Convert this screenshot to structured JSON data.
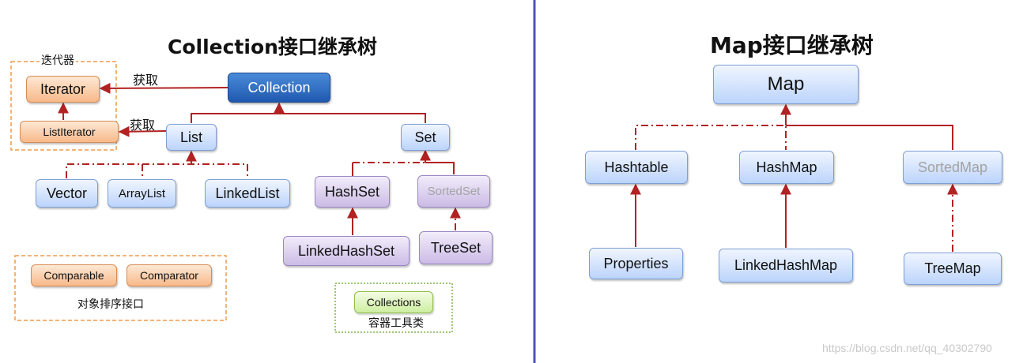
{
  "collection_section": {
    "title": "Collection接口继承树",
    "iterator_group_label": "迭代器",
    "get_label_1": "获取",
    "get_label_2": "获取",
    "sort_group_label": "对象排序接口",
    "tool_group_label": "容器工具类",
    "nodes": {
      "collection": "Collection",
      "iterator": "Iterator",
      "list_iterator": "ListIterator",
      "list": "List",
      "set": "Set",
      "vector": "Vector",
      "array_list": "ArrayList",
      "linked_list": "LinkedList",
      "hash_set": "HashSet",
      "sorted_set": "SortedSet",
      "linked_hash_set": "LinkedHashSet",
      "tree_set": "TreeSet",
      "comparable": "Comparable",
      "comparator": "Comparator",
      "collections": "Collections"
    }
  },
  "map_section": {
    "title": "Map接口继承树",
    "nodes": {
      "map": "Map",
      "hashtable": "Hashtable",
      "hash_map": "HashMap",
      "sorted_map": "SortedMap",
      "properties": "Properties",
      "linked_hash_map": "LinkedHashMap",
      "tree_map": "TreeMap"
    }
  },
  "watermark": "https://blog.csdn.net/qq_40302790",
  "colors": {
    "arrow": "#b22222",
    "divider": "#4a55b5",
    "group_border_orange": "#f29a4a",
    "group_border_green": "#7fb24a"
  }
}
